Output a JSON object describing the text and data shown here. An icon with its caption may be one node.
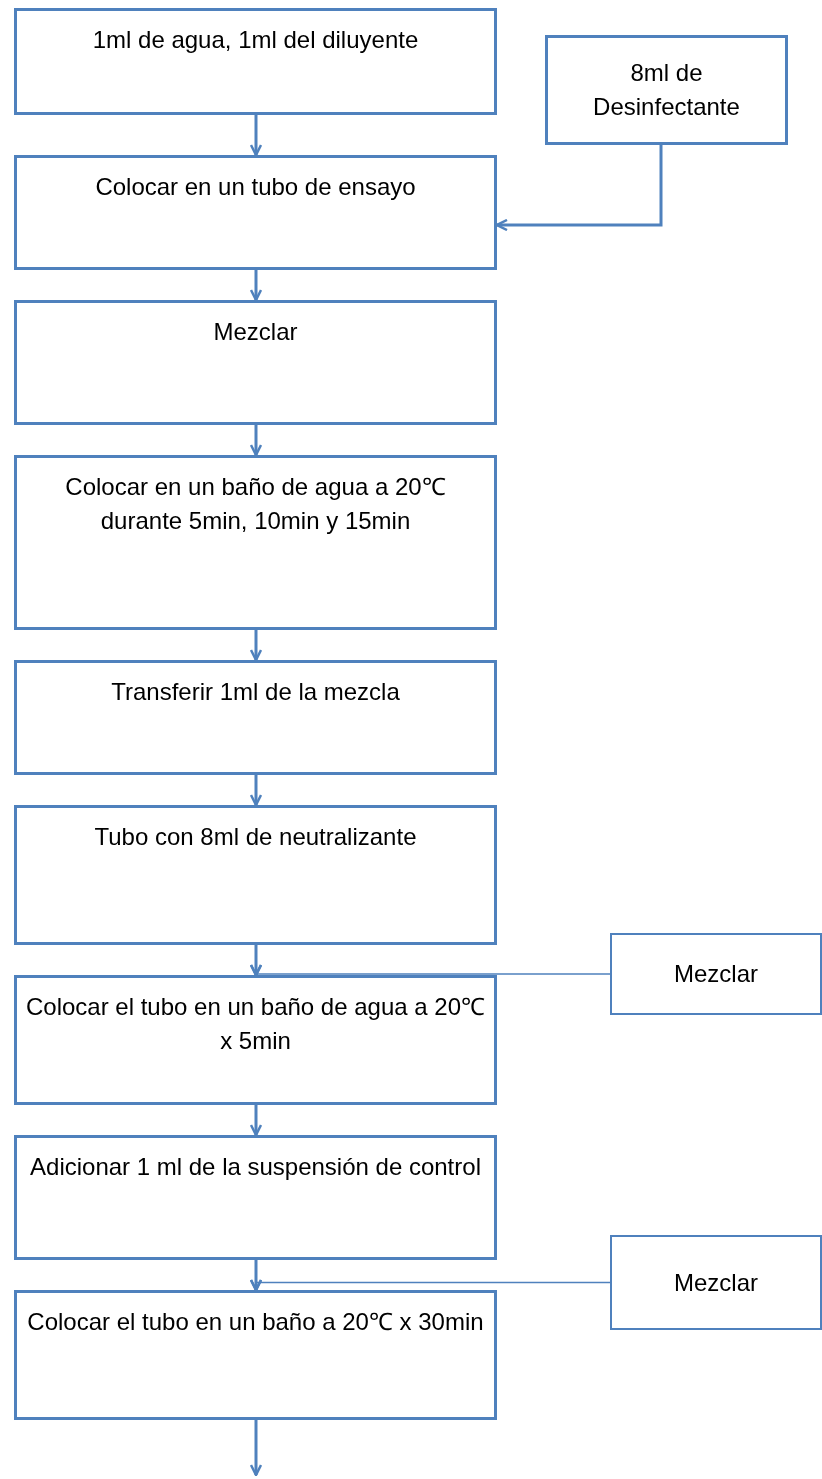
{
  "diagram": {
    "nodes": [
      {
        "text": [
          "1ml de agua, 1ml del diluyente"
        ]
      },
      {
        "text": [
          "8ml de Desinfectante"
        ]
      },
      {
        "text": [
          "Colocar en un tubo de ensayo"
        ]
      },
      {
        "text": [
          "Mezclar"
        ]
      },
      {
        "text": [
          "Colocar en un baño de agua a 20℃ durante 5min, 10min y 15min"
        ]
      },
      {
        "text": [
          "Transferir 1ml de la mezcla"
        ]
      },
      {
        "text": [
          "Tubo con 8ml de neutralizante"
        ]
      },
      {
        "text": [
          "Mezclar"
        ]
      },
      {
        "text": [
          "Colocar el tubo en un baño de agua a 20℃ x 5min"
        ]
      },
      {
        "text": [
          "Adicionar 1 ml de la suspensión de control"
        ]
      },
      {
        "text": [
          "Mezclar"
        ]
      },
      {
        "text": [
          "Colocar el tubo en un baño a 20℃ x 30min"
        ]
      }
    ],
    "edges": [
      {
        "from": 0,
        "to": 2,
        "arrow": "to"
      },
      {
        "from": 1,
        "to": 2,
        "arrow": "to"
      },
      {
        "from": 2,
        "to": 3,
        "arrow": "to"
      },
      {
        "from": 3,
        "to": 4,
        "arrow": "to"
      },
      {
        "from": 4,
        "to": 5,
        "arrow": "to"
      },
      {
        "from": 5,
        "to": 6,
        "arrow": "to"
      },
      {
        "from": 6,
        "to": 8,
        "arrow": "to"
      },
      {
        "from": 7,
        "to": 8,
        "arrow": "to"
      },
      {
        "from": 8,
        "to": 9,
        "arrow": "to"
      },
      {
        "from": 9,
        "to": 11,
        "arrow": "to"
      },
      {
        "from": 10,
        "to": 11,
        "arrow": "to"
      },
      {
        "from": 11,
        "to": null,
        "arrow": "to"
      }
    ]
  }
}
